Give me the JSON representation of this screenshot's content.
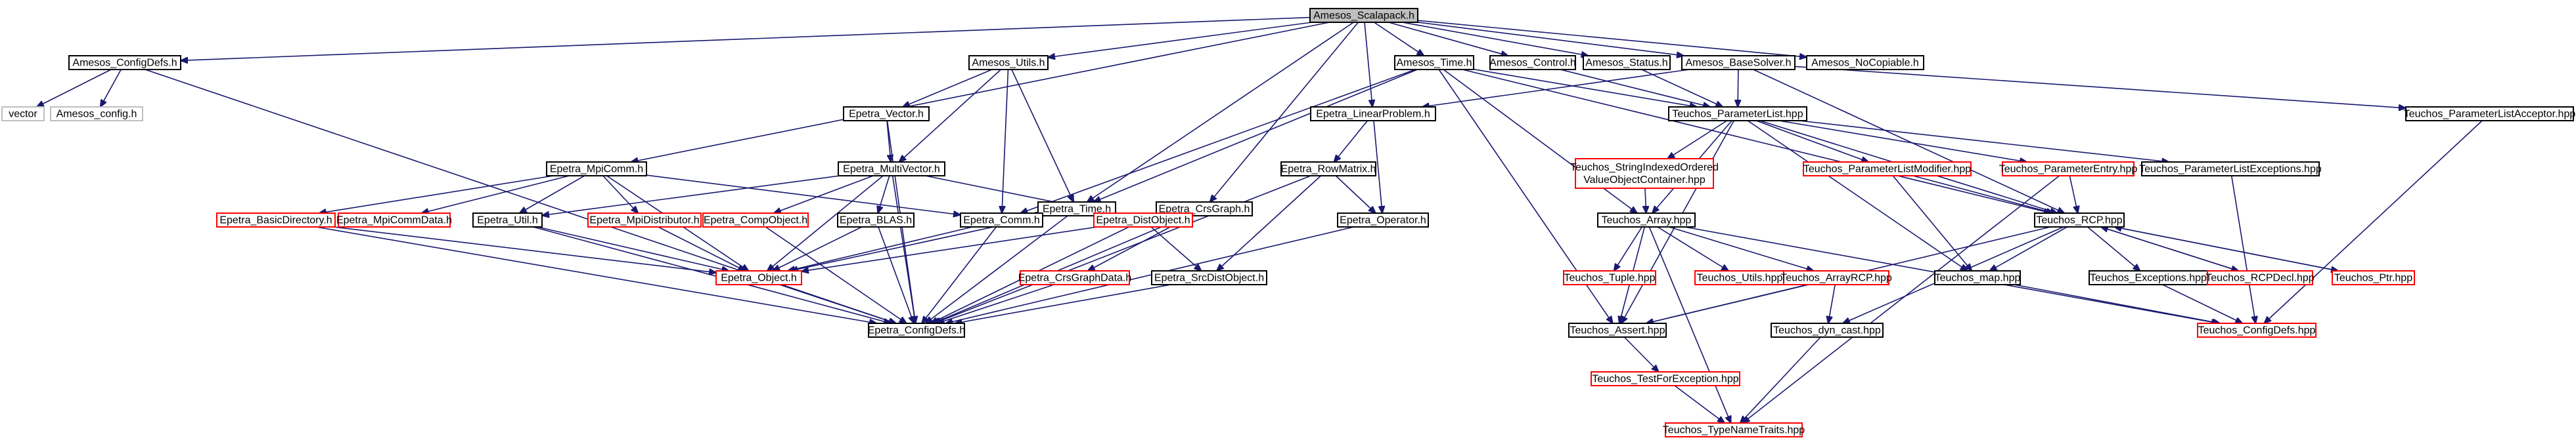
{
  "graph": {
    "kind": "include-dependency-graph",
    "colors": {
      "edge": "#191970",
      "root_fill": "#bfbfbf",
      "documented_border": "#000000",
      "undocumented_border": "#ff0000",
      "external_border": "#bfbfbf"
    },
    "nodes": [
      {
        "id": "amesos_scalapack",
        "label": "Amesos_Scalapack.h",
        "style": "root"
      },
      {
        "id": "amesos_configdefs",
        "label": "Amesos_ConfigDefs.h",
        "style": "normal"
      },
      {
        "id": "vector",
        "label": "vector",
        "style": "external"
      },
      {
        "id": "amesos_config",
        "label": "Amesos_config.h",
        "style": "external"
      },
      {
        "id": "epetra_mpicomm",
        "label": "Epetra_MpiComm.h",
        "style": "normal"
      },
      {
        "id": "amesos_utils",
        "label": "Amesos_Utils.h",
        "style": "normal"
      },
      {
        "id": "epetra_time",
        "label": "Epetra_Time.h",
        "style": "normal"
      },
      {
        "id": "epetra_crsgraph",
        "label": "Epetra_CrsGraph.h",
        "style": "normal"
      },
      {
        "id": "epetra_linearproblem",
        "label": "Epetra_LinearProblem.h",
        "style": "normal"
      },
      {
        "id": "amesos_time",
        "label": "Amesos_Time.h",
        "style": "normal"
      },
      {
        "id": "amesos_control",
        "label": "Amesos_Control.h",
        "style": "normal"
      },
      {
        "id": "amesos_status",
        "label": "Amesos_Status.h",
        "style": "normal"
      },
      {
        "id": "amesos_basesolver",
        "label": "Amesos_BaseSolver.h",
        "style": "normal"
      },
      {
        "id": "amesos_nocopiable",
        "label": "Amesos_NoCopiable.h",
        "style": "normal"
      },
      {
        "id": "epetra_vector",
        "label": "Epetra_Vector.h",
        "style": "normal"
      },
      {
        "id": "epetra_multivector",
        "label": "Epetra_MultiVector.h",
        "style": "normal"
      },
      {
        "id": "epetra_rowmatrix",
        "label": "Epetra_RowMatrix.h",
        "style": "normal"
      },
      {
        "id": "teuchos_parameterlist",
        "label": "Teuchos_ParameterList.hpp",
        "style": "normal"
      },
      {
        "id": "teuchos_parameterlistacceptor",
        "label": "Teuchos_ParameterListAcceptor.hpp",
        "style": "normal"
      },
      {
        "id": "epetra_basicdirectory",
        "label": "Epetra_BasicDirectory.h",
        "style": "incomplete"
      },
      {
        "id": "epetra_mpicommdata",
        "label": "Epetra_MpiCommData.h",
        "style": "incomplete"
      },
      {
        "id": "epetra_util",
        "label": "Epetra_Util.h",
        "style": "normal"
      },
      {
        "id": "epetra_mpidistributor",
        "label": "Epetra_MpiDistributor.h",
        "style": "incomplete"
      },
      {
        "id": "epetra_compobject",
        "label": "Epetra_CompObject.h",
        "style": "incomplete"
      },
      {
        "id": "epetra_blas",
        "label": "Epetra_BLAS.h",
        "style": "normal"
      },
      {
        "id": "epetra_comm",
        "label": "Epetra_Comm.h",
        "style": "normal"
      },
      {
        "id": "epetra_distobject",
        "label": "Epetra_DistObject.h",
        "style": "incomplete"
      },
      {
        "id": "epetra_operator",
        "label": "Epetra_Operator.h",
        "style": "normal"
      },
      {
        "id": "teuchos_stringindexed",
        "label": [
          "Teuchos_StringIndexedOrdered",
          "ValueObjectContainer.hpp"
        ],
        "style": "incomplete"
      },
      {
        "id": "teuchos_parameterlistmodifier",
        "label": "Teuchos_ParameterListModifier.hpp",
        "style": "incomplete"
      },
      {
        "id": "teuchos_parameterentry",
        "label": "Teuchos_ParameterEntry.hpp",
        "style": "incomplete"
      },
      {
        "id": "teuchos_parameterlistexceptions",
        "label": "Teuchos_ParameterListExceptions.hpp",
        "style": "normal"
      },
      {
        "id": "teuchos_array",
        "label": "Teuchos_Array.hpp",
        "style": "normal"
      },
      {
        "id": "teuchos_rcp",
        "label": "Teuchos_RCP.hpp",
        "style": "normal"
      },
      {
        "id": "epetra_object",
        "label": "Epetra_Object.h",
        "style": "incomplete"
      },
      {
        "id": "epetra_crsgraphdata",
        "label": "Epetra_CrsGraphData.h",
        "style": "incomplete"
      },
      {
        "id": "epetra_srcdistobject",
        "label": "Epetra_SrcDistObject.h",
        "style": "normal"
      },
      {
        "id": "teuchos_tuple",
        "label": "Teuchos_Tuple.hpp",
        "style": "incomplete"
      },
      {
        "id": "teuchos_utils",
        "label": "Teuchos_Utils.hpp",
        "style": "incomplete"
      },
      {
        "id": "teuchos_arrayrcp",
        "label": "Teuchos_ArrayRCP.hpp",
        "style": "incomplete"
      },
      {
        "id": "teuchos_map",
        "label": "Teuchos_map.hpp",
        "style": "normal"
      },
      {
        "id": "teuchos_exceptions",
        "label": "Teuchos_Exceptions.hpp",
        "style": "normal"
      },
      {
        "id": "teuchos_rcpdecl",
        "label": "Teuchos_RCPDecl.hpp",
        "style": "incomplete"
      },
      {
        "id": "teuchos_ptr",
        "label": "Teuchos_Ptr.hpp",
        "style": "incomplete"
      },
      {
        "id": "epetra_configdefs",
        "label": "Epetra_ConfigDefs.h",
        "style": "normal"
      },
      {
        "id": "teuchos_assert",
        "label": "Teuchos_Assert.hpp",
        "style": "normal"
      },
      {
        "id": "teuchos_dyn_cast",
        "label": "Teuchos_dyn_cast.hpp",
        "style": "normal"
      },
      {
        "id": "teuchos_configdefs",
        "label": "Teuchos_ConfigDefs.hpp",
        "style": "incomplete"
      },
      {
        "id": "teuchos_testforexception",
        "label": "Teuchos_TestForException.hpp",
        "style": "incomplete"
      },
      {
        "id": "teuchos_typenametraits",
        "label": "Teuchos_TypeNameTraits.hpp",
        "style": "incomplete"
      }
    ],
    "edges": [
      [
        "amesos_scalapack",
        "amesos_configdefs"
      ],
      [
        "amesos_scalapack",
        "epetra_mpicomm"
      ],
      [
        "amesos_scalapack",
        "amesos_utils"
      ],
      [
        "amesos_scalapack",
        "epetra_time"
      ],
      [
        "amesos_scalapack",
        "epetra_crsgraph"
      ],
      [
        "amesos_scalapack",
        "epetra_linearproblem"
      ],
      [
        "amesos_scalapack",
        "amesos_time"
      ],
      [
        "amesos_scalapack",
        "amesos_control"
      ],
      [
        "amesos_scalapack",
        "amesos_status"
      ],
      [
        "amesos_scalapack",
        "amesos_basesolver"
      ],
      [
        "amesos_scalapack",
        "amesos_nocopiable"
      ],
      [
        "amesos_configdefs",
        "vector"
      ],
      [
        "amesos_configdefs",
        "amesos_config"
      ],
      [
        "amesos_configdefs",
        "epetra_configdefs"
      ],
      [
        "epetra_mpicomm",
        "epetra_basicdirectory"
      ],
      [
        "epetra_mpicomm",
        "epetra_mpicommdata"
      ],
      [
        "epetra_mpicomm",
        "epetra_util"
      ],
      [
        "epetra_mpicomm",
        "epetra_mpidistributor"
      ],
      [
        "epetra_mpicomm",
        "epetra_comm"
      ],
      [
        "epetra_mpicomm",
        "epetra_object"
      ],
      [
        "amesos_utils",
        "epetra_vector"
      ],
      [
        "amesos_utils",
        "epetra_multivector"
      ],
      [
        "amesos_utils",
        "epetra_comm"
      ],
      [
        "amesos_utils",
        "epetra_time"
      ],
      [
        "epetra_vector",
        "epetra_multivector"
      ],
      [
        "epetra_vector",
        "epetra_configdefs"
      ],
      [
        "epetra_multivector",
        "epetra_compobject"
      ],
      [
        "epetra_multivector",
        "epetra_blas"
      ],
      [
        "epetra_multivector",
        "epetra_distobject"
      ],
      [
        "epetra_multivector",
        "epetra_util"
      ],
      [
        "epetra_multivector",
        "epetra_configdefs"
      ],
      [
        "epetra_multivector",
        "epetra_object"
      ],
      [
        "epetra_time",
        "epetra_comm"
      ],
      [
        "epetra_time",
        "epetra_object"
      ],
      [
        "epetra_time",
        "epetra_configdefs"
      ],
      [
        "epetra_crsgraph",
        "epetra_distobject"
      ],
      [
        "epetra_crsgraph",
        "epetra_crsgraphdata"
      ],
      [
        "epetra_crsgraph",
        "epetra_configdefs"
      ],
      [
        "epetra_linearproblem",
        "epetra_rowmatrix"
      ],
      [
        "epetra_linearproblem",
        "epetra_operator"
      ],
      [
        "epetra_rowmatrix",
        "epetra_operator"
      ],
      [
        "epetra_rowmatrix",
        "epetra_srcdistobject"
      ],
      [
        "epetra_rowmatrix",
        "epetra_configdefs"
      ],
      [
        "epetra_operator",
        "epetra_configdefs"
      ],
      [
        "amesos_time",
        "epetra_time"
      ],
      [
        "amesos_time",
        "epetra_comm"
      ],
      [
        "amesos_time",
        "teuchos_parameterlist"
      ],
      [
        "amesos_time",
        "teuchos_array"
      ],
      [
        "amesos_time",
        "teuchos_rcp"
      ],
      [
        "amesos_time",
        "teuchos_assert"
      ],
      [
        "amesos_control",
        "teuchos_parameterlist"
      ],
      [
        "amesos_status",
        "teuchos_parameterlist"
      ],
      [
        "amesos_basesolver",
        "epetra_linearproblem"
      ],
      [
        "amesos_basesolver",
        "teuchos_parameterlist"
      ],
      [
        "amesos_basesolver",
        "teuchos_parameterlistacceptor"
      ],
      [
        "amesos_basesolver",
        "teuchos_rcp"
      ],
      [
        "teuchos_parameterlist",
        "teuchos_stringindexed"
      ],
      [
        "teuchos_parameterlist",
        "teuchos_parameterlistmodifier"
      ],
      [
        "teuchos_parameterlist",
        "teuchos_parameterentry"
      ],
      [
        "teuchos_parameterlist",
        "teuchos_parameterlistexceptions"
      ],
      [
        "teuchos_parameterlist",
        "teuchos_array"
      ],
      [
        "teuchos_parameterlist",
        "teuchos_rcp"
      ],
      [
        "teuchos_parameterlist",
        "teuchos_map"
      ],
      [
        "teuchos_parameterlist",
        "teuchos_assert"
      ],
      [
        "teuchos_stringindexed",
        "teuchos_array"
      ],
      [
        "teuchos_parameterlistmodifier",
        "teuchos_rcp"
      ],
      [
        "teuchos_parameterlistmodifier",
        "teuchos_map"
      ],
      [
        "teuchos_parameterentry",
        "teuchos_rcp"
      ],
      [
        "teuchos_parameterentry",
        "teuchos_typenametraits"
      ],
      [
        "teuchos_parameterlistexceptions",
        "teuchos_configdefs"
      ],
      [
        "teuchos_parameterlistacceptor",
        "teuchos_configdefs"
      ],
      [
        "teuchos_array",
        "teuchos_tuple"
      ],
      [
        "teuchos_array",
        "teuchos_utils"
      ],
      [
        "teuchos_array",
        "teuchos_arrayrcp"
      ],
      [
        "teuchos_array",
        "teuchos_assert"
      ],
      [
        "teuchos_array",
        "teuchos_typenametraits"
      ],
      [
        "teuchos_array",
        "teuchos_configdefs"
      ],
      [
        "teuchos_arrayrcp",
        "teuchos_assert"
      ],
      [
        "teuchos_arrayrcp",
        "teuchos_dyn_cast"
      ],
      [
        "teuchos_rcp",
        "teuchos_map"
      ],
      [
        "teuchos_rcp",
        "teuchos_exceptions"
      ],
      [
        "teuchos_rcp",
        "teuchos_rcpdecl"
      ],
      [
        "teuchos_rcp",
        "teuchos_ptr"
      ],
      [
        "teuchos_rcp",
        "teuchos_assert"
      ],
      [
        "teuchos_rcp",
        "teuchos_dyn_cast"
      ],
      [
        "teuchos_rcpdecl",
        "teuchos_rcp"
      ],
      [
        "teuchos_ptr",
        "teuchos_rcp"
      ],
      [
        "teuchos_exceptions",
        "teuchos_configdefs"
      ],
      [
        "teuchos_map",
        "teuchos_configdefs"
      ],
      [
        "teuchos_assert",
        "teuchos_testforexception"
      ],
      [
        "teuchos_testforexception",
        "teuchos_typenametraits"
      ],
      [
        "teuchos_dyn_cast",
        "teuchos_typenametraits"
      ],
      [
        "epetra_basicdirectory",
        "epetra_object"
      ],
      [
        "epetra_basicdirectory",
        "epetra_configdefs"
      ],
      [
        "epetra_mpidistributor",
        "epetra_object"
      ],
      [
        "epetra_util",
        "epetra_object"
      ],
      [
        "epetra_util",
        "epetra_configdefs"
      ],
      [
        "epetra_compobject",
        "epetra_configdefs"
      ],
      [
        "epetra_blas",
        "epetra_object"
      ],
      [
        "epetra_blas",
        "epetra_configdefs"
      ],
      [
        "epetra_comm",
        "epetra_object"
      ],
      [
        "epetra_comm",
        "epetra_configdefs"
      ],
      [
        "epetra_distobject",
        "epetra_object"
      ],
      [
        "epetra_distobject",
        "epetra_srcdistobject"
      ],
      [
        "epetra_distobject",
        "epetra_configdefs"
      ],
      [
        "epetra_crsgraphdata",
        "epetra_configdefs"
      ],
      [
        "epetra_srcdistobject",
        "epetra_configdefs"
      ],
      [
        "epetra_object",
        "epetra_configdefs"
      ]
    ]
  }
}
